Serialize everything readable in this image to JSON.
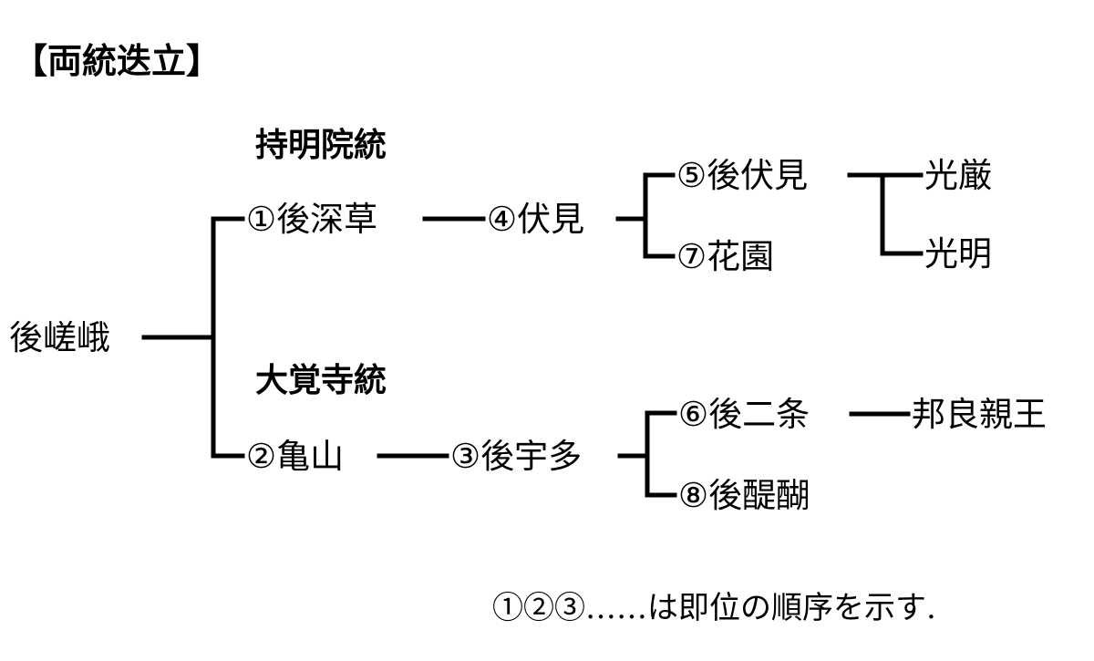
{
  "title": "【両統迭立】",
  "lineages": {
    "jimyoin": "持明院統",
    "daikakuji": "大覚寺統"
  },
  "nodes": {
    "go_saga": "後嵯峨",
    "go_fukakusa": "①後深草",
    "fushimi": "④伏見",
    "go_fushimi": "⑤後伏見",
    "hanazono": "⑦花園",
    "kogon": "光厳",
    "komyo": "光明",
    "kameyama": "②亀山",
    "go_uda": "③後宇多",
    "go_nijo": "⑥後二条",
    "kuniyoshi": "邦良親王",
    "go_daigo": "⑧後醍醐"
  },
  "note": "①②③……は即位の順序を示す."
}
